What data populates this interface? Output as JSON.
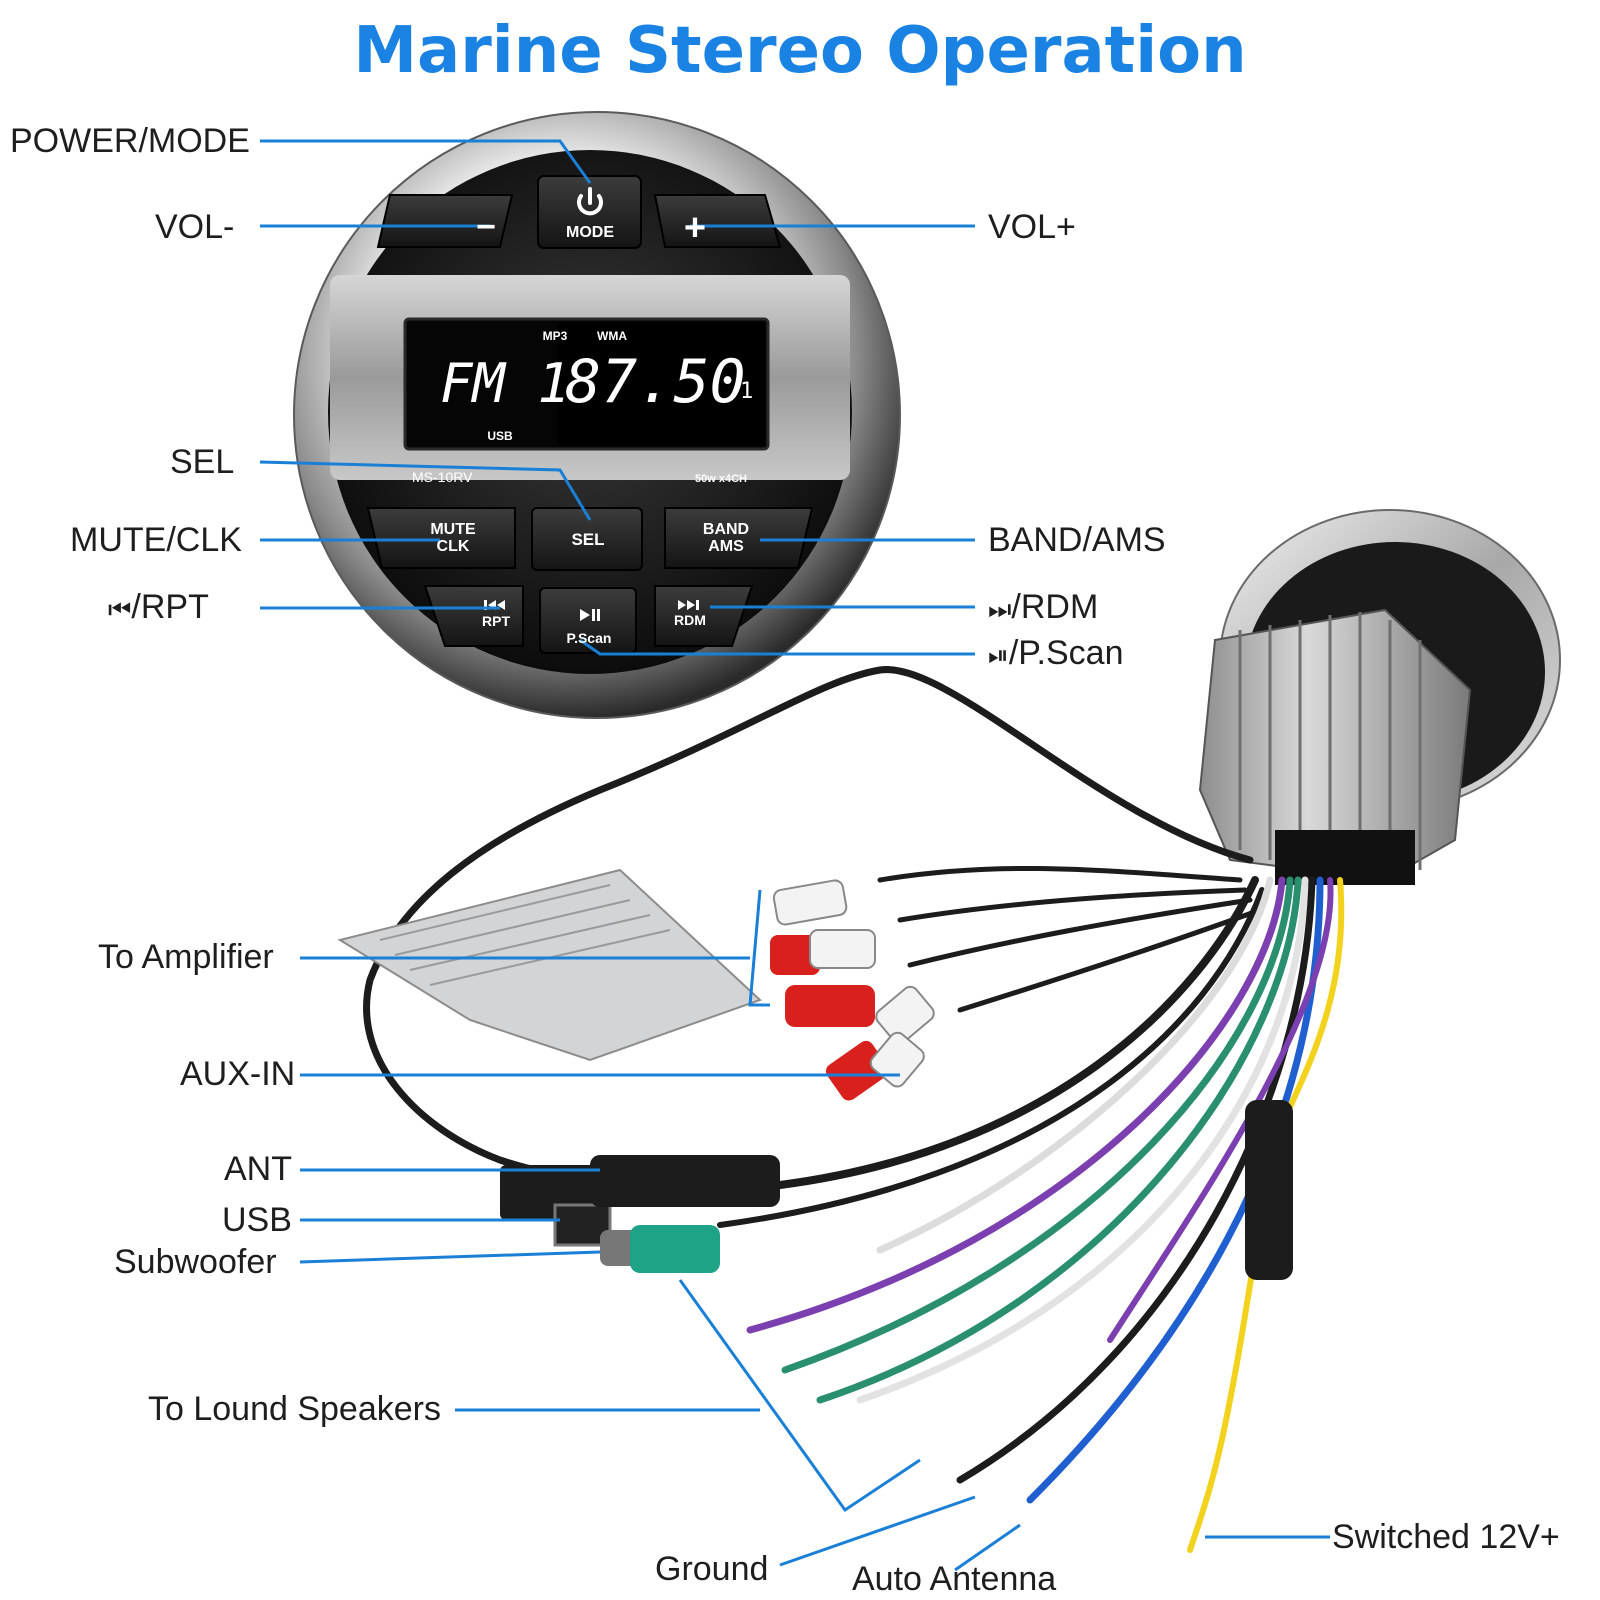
{
  "title": "Marine Stereo Operation",
  "colors": {
    "accent": "#1a82e2",
    "callout_line": "#1a7fd6",
    "label_text": "#1e1e1e"
  },
  "labels": {
    "power_mode": "POWER/MODE",
    "vol_minus": "VOL-",
    "vol_plus": "VOL+",
    "sel": "SEL",
    "mute_clk": "MUTE/CLK",
    "band_ams": "BAND/AMS",
    "prev_rpt": "/RPT",
    "next_rdm": "/RDM",
    "play_pscan": "/P.Scan",
    "to_amplifier": "To Amplifier",
    "aux_in": "AUX-IN",
    "ant": "ANT",
    "usb": "USB",
    "subwoofer": "Subwoofer",
    "to_speakers": "To Lound Speakers",
    "ground": "Ground",
    "auto_antenna": "Auto Antenna",
    "switched_12v": "Switched 12V+"
  },
  "icons": {
    "prev": "previous-track-icon",
    "next": "next-track-icon",
    "play_pause": "play-pause-icon",
    "power": "power-icon"
  },
  "device": {
    "model": "MS-10RV",
    "power_badge": "50w x4CH",
    "display": {
      "band": "FM 1",
      "frequency": "87.50",
      "preset": "1",
      "indicator_mp3": "MP3",
      "indicator_wma": "WMA",
      "indicator_usb": "USB"
    },
    "buttons": {
      "mode": "MODE",
      "vol_minus": "−",
      "vol_plus": "+",
      "mute_line1": "MUTE",
      "mute_line2": "CLK",
      "sel": "SEL",
      "band_line1": "BAND",
      "band_line2": "AMS",
      "rpt": "RPT",
      "pscan": "P.Scan",
      "rdm": "RDM"
    }
  }
}
